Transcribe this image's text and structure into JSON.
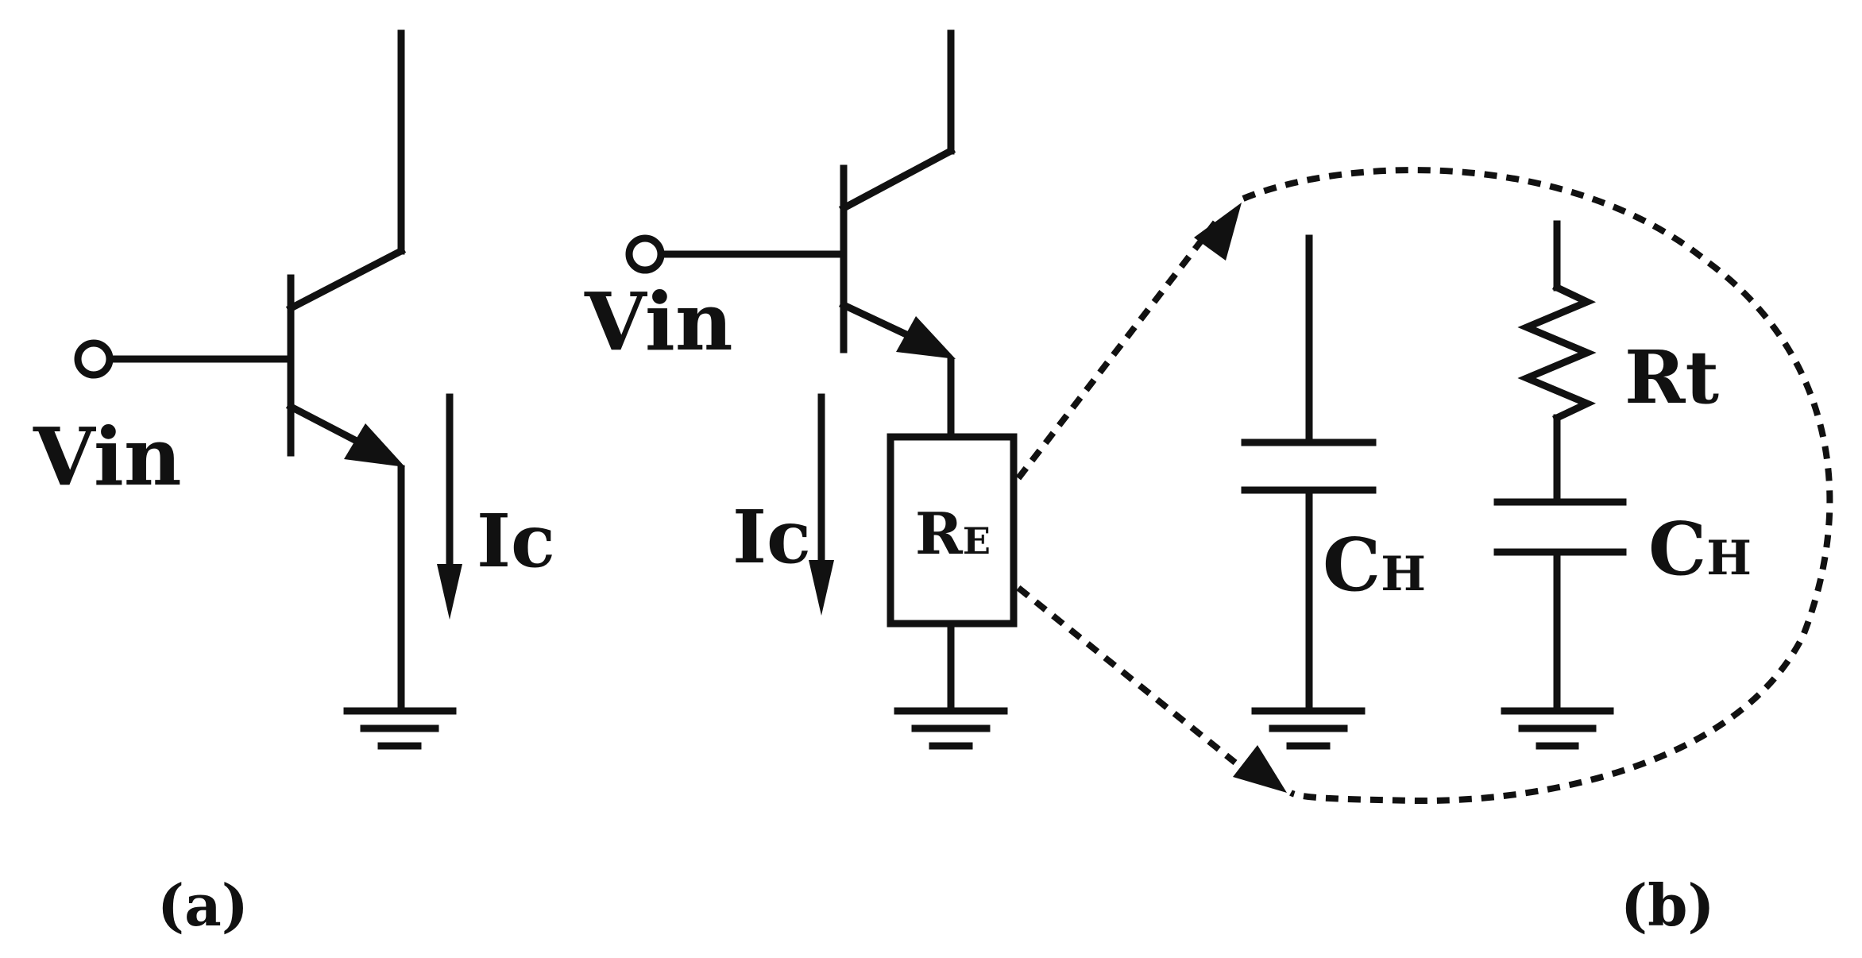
{
  "colors": {
    "ink": "#111111",
    "background": "#ffffff"
  },
  "labels": {
    "vin_a": "Vin",
    "ic_a": "Ic",
    "panel_a": "(a)",
    "vin_b": "Vin",
    "ic_b": "Ic",
    "re_main": "R",
    "re_sub": "E",
    "ch1_main": "C",
    "ch1_sub": "H",
    "rt": "Rt",
    "ch2_main": "C",
    "ch2_sub": "H",
    "panel_b": "(b)"
  }
}
